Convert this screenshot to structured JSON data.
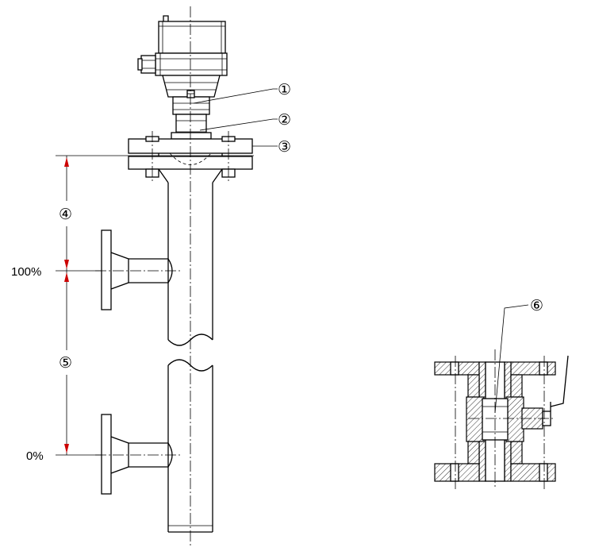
{
  "labels": {
    "level_100": "100%",
    "level_0": "0%",
    "callout_1": "①",
    "callout_2": "②",
    "callout_3": "③",
    "callout_4": "④",
    "callout_5": "⑤",
    "callout_6": "⑥"
  },
  "colors": {
    "line": "#000000",
    "dimension_arrow": "#cc0000",
    "background": "#ffffff"
  }
}
